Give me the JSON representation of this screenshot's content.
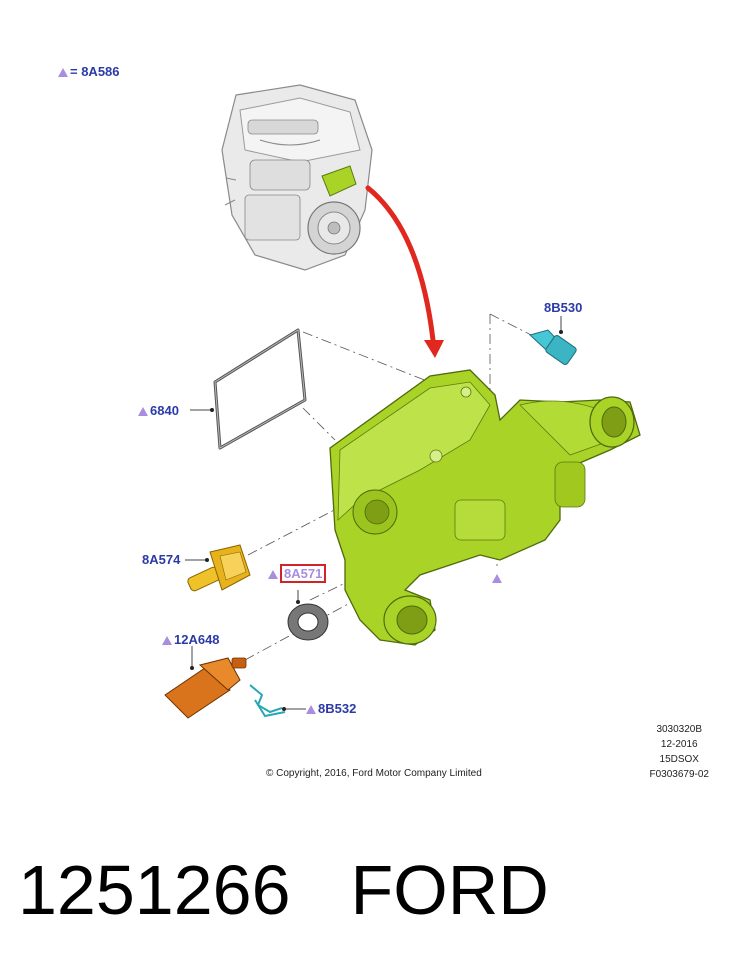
{
  "legend": {
    "symbol": "triangle",
    "text": "= 8A586"
  },
  "callouts": {
    "c8B530": "8B530",
    "c6840": "6840",
    "c8A574": "8A574",
    "c8A571": "8A571",
    "c12A648": "12A648",
    "c8B532": "8B532"
  },
  "copyright": "© Copyright, 2016, Ford Motor Company Limited",
  "reference": [
    "3030320B",
    "12-2016",
    "15DSOX",
    "F0303679-02"
  ],
  "part_number": "1251266",
  "brand": "FORD",
  "colors": {
    "callout_text": "#2b3aa8",
    "triangle": "#a98ee0",
    "housing": "#a9d327",
    "sensor_yellow": "#e8b21c",
    "sensor_orange": "#d9731c",
    "bolt": "#47c7d6",
    "arrow": "#e0281e",
    "highlight_box": "#d2232a"
  }
}
